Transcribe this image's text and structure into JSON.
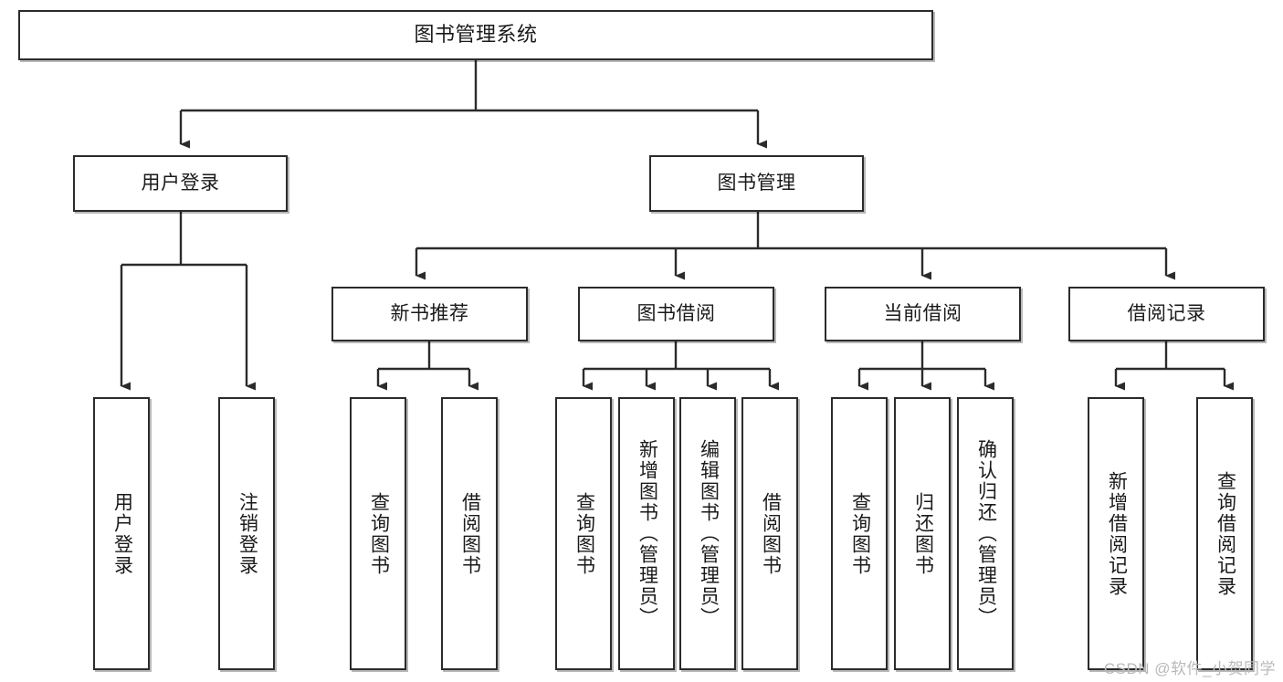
{
  "diagram": {
    "title": "图书管理系统",
    "type": "tree",
    "watermark": "CSDN @软件_小贺同学",
    "colors": {
      "box_border": "#2b2b2b",
      "box_fill": "#ffffff",
      "edge": "#2b2b2b",
      "text": "#1a1a1a",
      "watermark": "#b9b9b9"
    },
    "nodes": {
      "root": {
        "label": "图书管理系统"
      },
      "level2": [
        {
          "id": "user_login",
          "label": "用户登录"
        },
        {
          "id": "book_manage",
          "label": "图书管理"
        }
      ],
      "level3": [
        {
          "id": "new_book_rec",
          "label": "新书推荐"
        },
        {
          "id": "book_borrow",
          "label": "图书借阅"
        },
        {
          "id": "current_borrow",
          "label": "当前借阅"
        },
        {
          "id": "borrow_record",
          "label": "借阅记录"
        }
      ],
      "leaves": {
        "user_login": [
          {
            "id": "leaf_user_login",
            "label": "用户登录"
          },
          {
            "id": "leaf_user_logout",
            "label": "注销登录"
          }
        ],
        "new_book_rec": [
          {
            "id": "leaf_query_book_1",
            "label": "查询图书"
          },
          {
            "id": "leaf_borrow_book_1",
            "label": "借阅图书"
          }
        ],
        "book_borrow": [
          {
            "id": "leaf_query_book_2",
            "label": "查询图书"
          },
          {
            "id": "leaf_add_book",
            "label": "新增图书（管理员）"
          },
          {
            "id": "leaf_edit_book",
            "label": "编辑图书（管理员）"
          },
          {
            "id": "leaf_borrow_book_2",
            "label": "借阅图书"
          }
        ],
        "current_borrow": [
          {
            "id": "leaf_query_book_3",
            "label": "查询图书"
          },
          {
            "id": "leaf_return_book",
            "label": "归还图书"
          },
          {
            "id": "leaf_confirm_return",
            "label": "确认归还（管理员）"
          }
        ],
        "borrow_record": [
          {
            "id": "leaf_add_record",
            "label": "新增借阅记录"
          },
          {
            "id": "leaf_query_record",
            "label": "查询借阅记录"
          }
        ]
      }
    }
  }
}
